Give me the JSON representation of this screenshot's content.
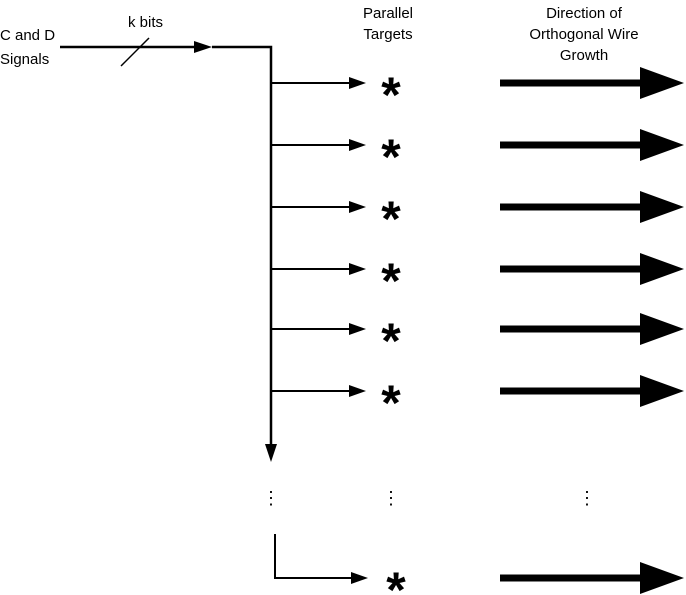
{
  "input_label": {
    "line1": "C and D",
    "line2": "Signals"
  },
  "bus_label": "k bits",
  "targets_header": {
    "line1": "Parallel",
    "line2": "Targets"
  },
  "direction_header": {
    "line1": "Direction  of",
    "line2": "Orthogonal Wire",
    "line3": "Growth"
  },
  "target_symbol": "*",
  "ellipsis": "⋮",
  "target_count_visible": 7,
  "colors": {
    "stroke": "#000000",
    "background": "#ffffff"
  }
}
